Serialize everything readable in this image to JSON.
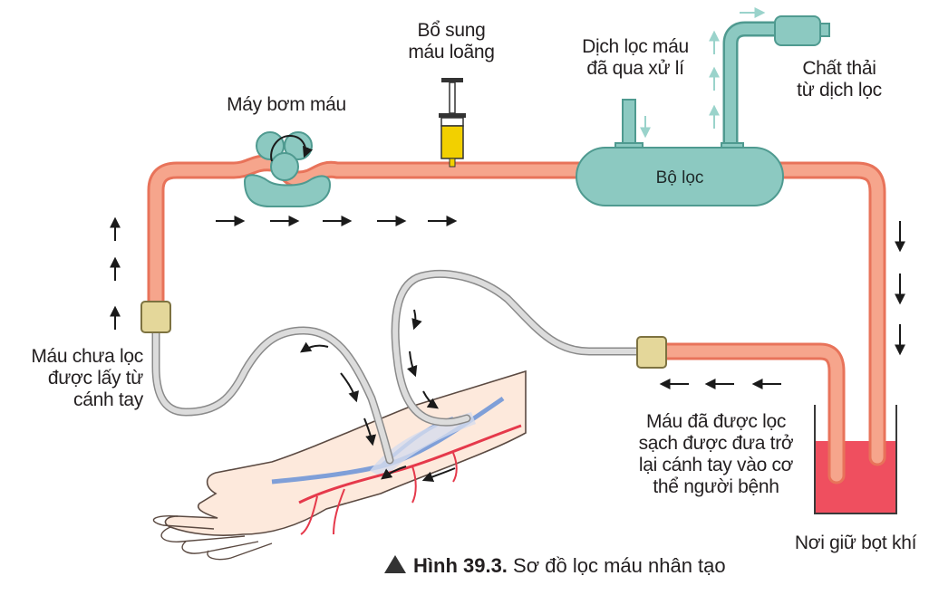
{
  "labels": {
    "pump": "Máy bơm máu",
    "supplement": [
      "Bổ sung",
      "máu loãng"
    ],
    "treated_fluid": [
      "Dịch lọc máu",
      "đã qua xử lí"
    ],
    "waste": [
      "Chất thải",
      "từ dịch lọc"
    ],
    "filter": "Bộ lọc",
    "unfiltered_blood": [
      "Máu chưa lọc",
      "được lấy từ",
      "cánh tay"
    ],
    "clean_blood": [
      "Máu đã được lọc",
      "sạch được đưa trở",
      "lại cánh tay vào cơ",
      "thể người bệnh"
    ],
    "bubble_trap": "Nơi giữ bọt khí"
  },
  "caption": {
    "figure_number": "Hình 39.3.",
    "title": "Sơ đồ lọc máu nhân tạo"
  },
  "colors": {
    "tube_fill": "#f6a58c",
    "tube_edge": "#e8735a",
    "filter_fill": "#8cc9c1",
    "filter_edge": "#4f9a90",
    "clear_tube": "#d7d7d7",
    "connector": "#e4d79a",
    "syringe_liquid": "#f2d000",
    "blood_pool": "#ef4f5f",
    "vein": "#7f9fd8",
    "artery": "#e5394b",
    "skin": "#fde9dc"
  }
}
